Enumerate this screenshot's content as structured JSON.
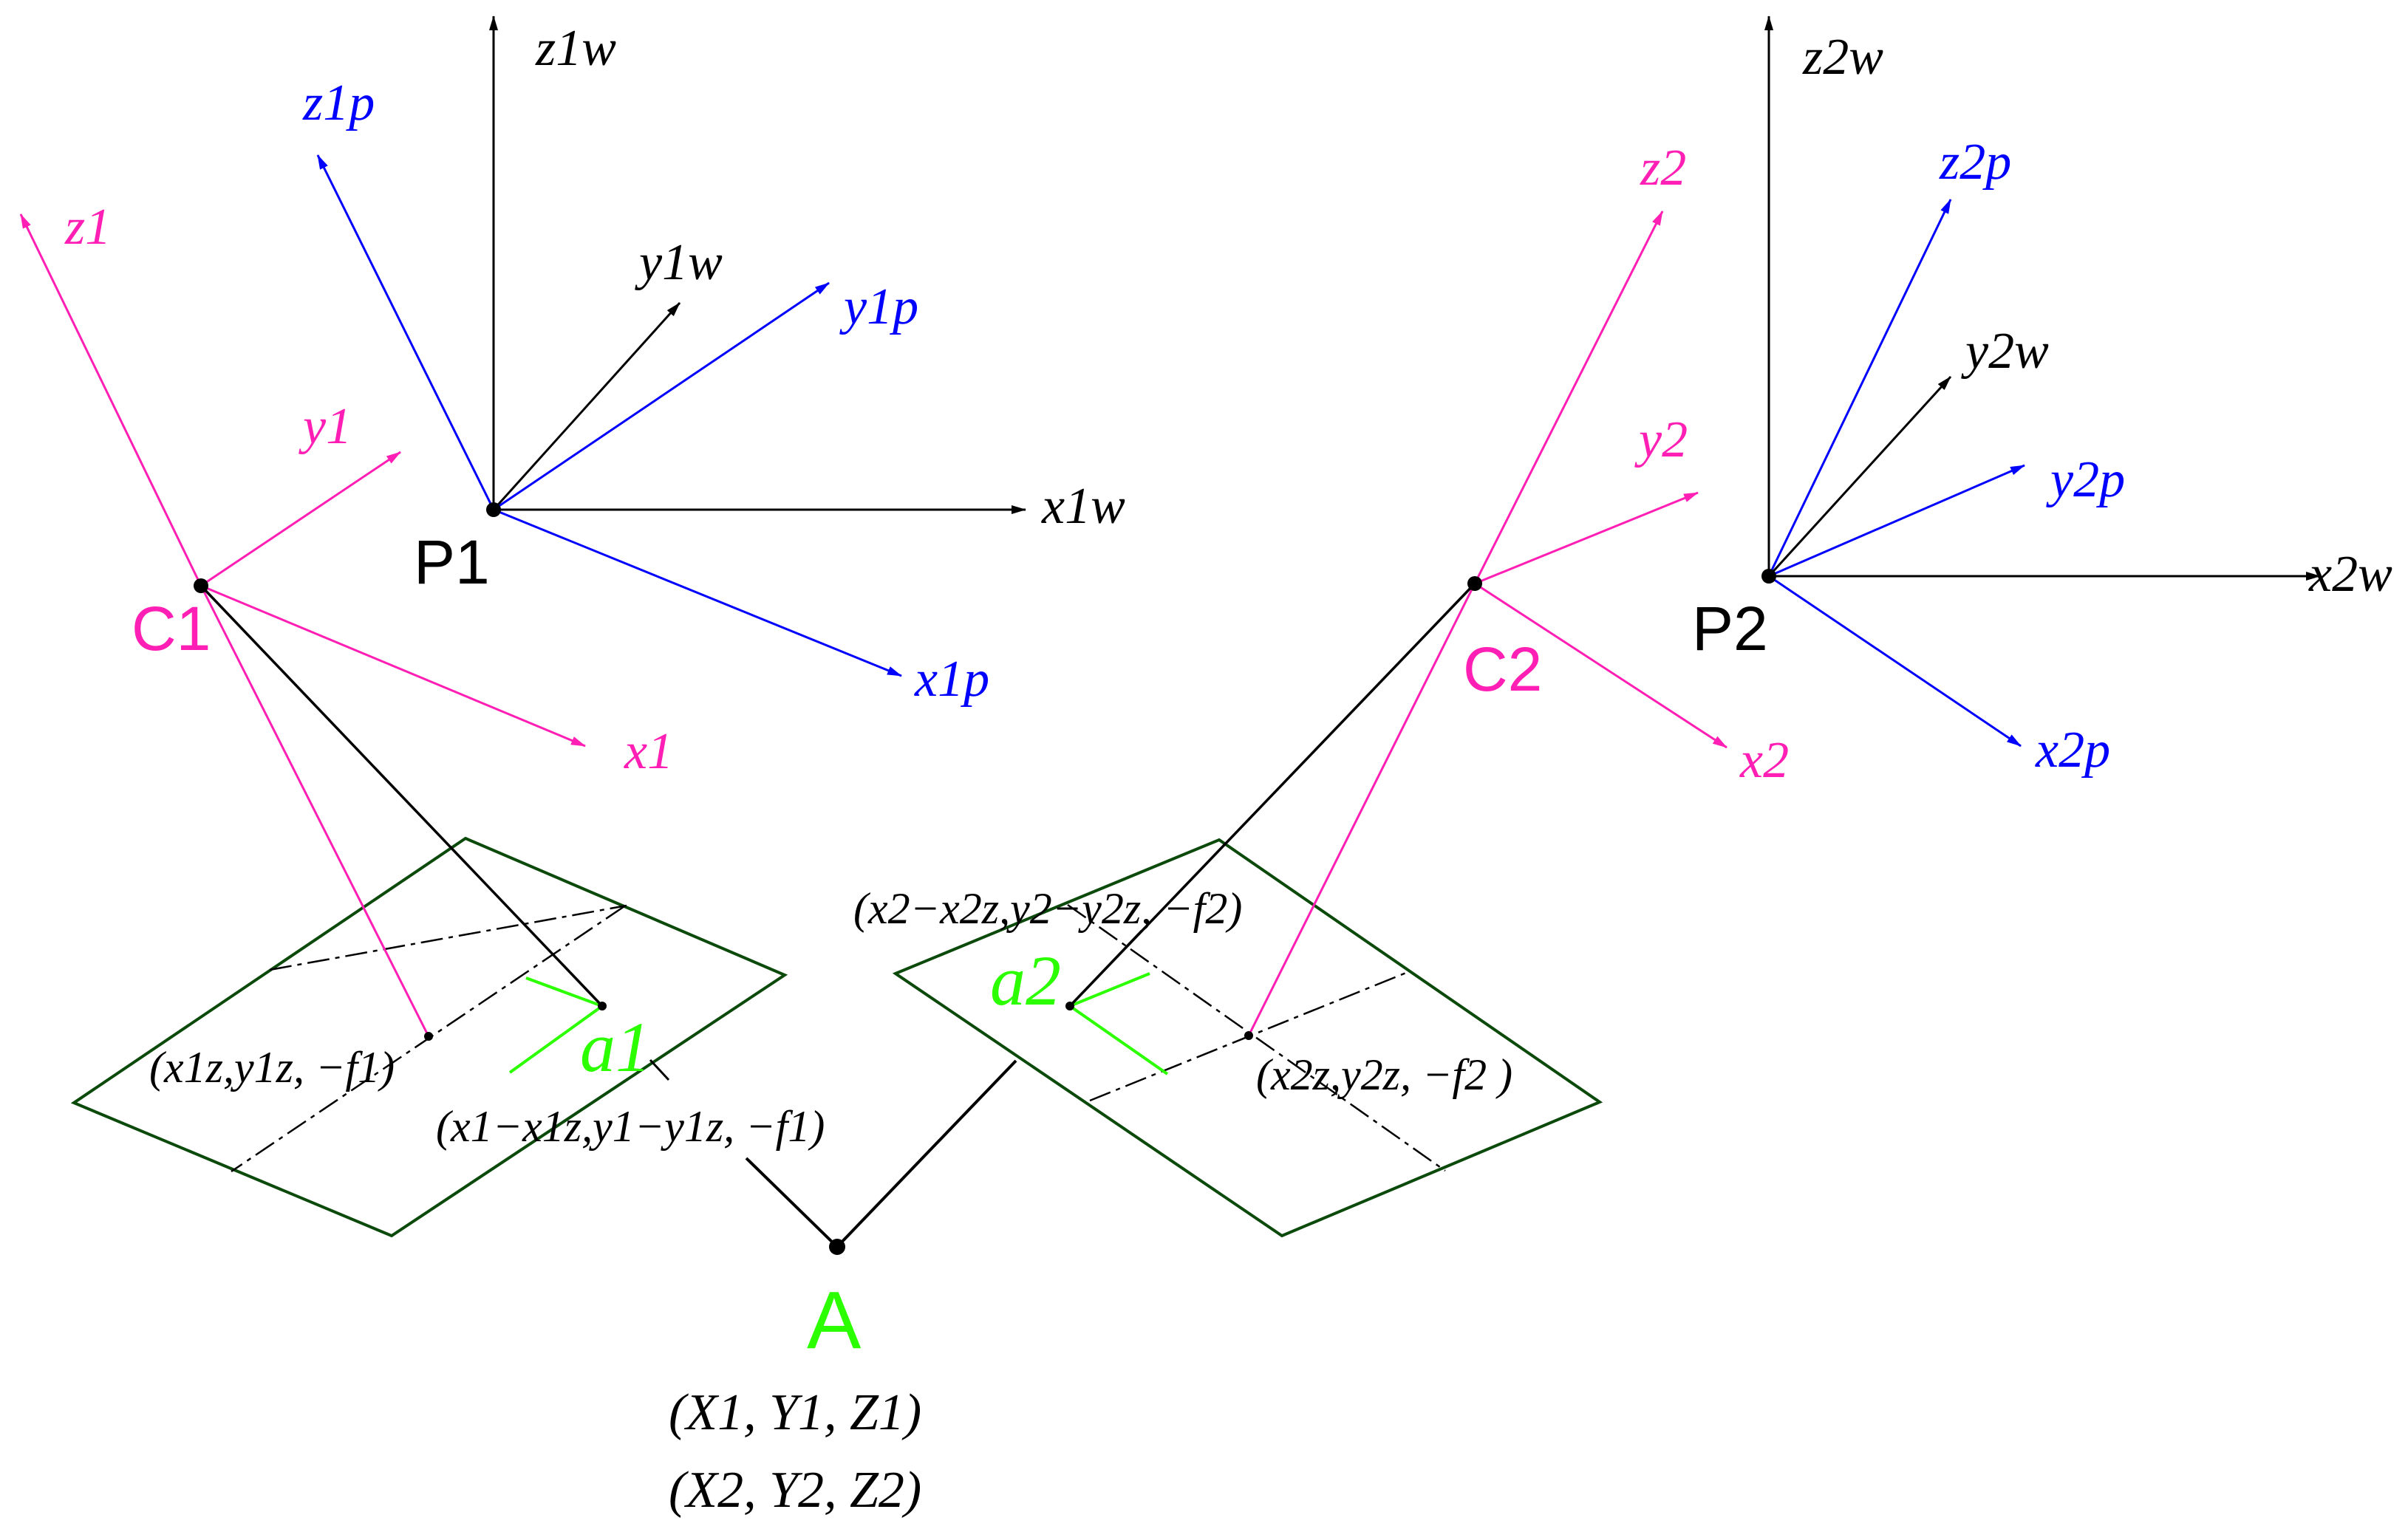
{
  "colors": {
    "black": "#000000",
    "blue": "#0000ff",
    "magenta": "#ff1fb4",
    "green": "#2bff00",
    "plane": "#0b4a0b"
  },
  "labels": {
    "z1w": "z1w",
    "y1w": "y1w",
    "x1w": "x1w",
    "z1p": "z1p",
    "y1p": "y1p",
    "x1p": "x1p",
    "z1": "z1",
    "y1": "y1",
    "x1": "x1",
    "P1": "P1",
    "C1": "C1",
    "z2w": "z2w",
    "y2w": "y2w",
    "x2w": "x2w",
    "z2p": "z2p",
    "y2p": "y2p",
    "x2p": "x2p",
    "z2": "z2",
    "y2": "y2",
    "x2": "x2",
    "P2": "P2",
    "C2": "C2",
    "a1": "a1",
    "a2": "a2",
    "A": "A"
  },
  "annotations": {
    "principal1": "(x1z,y1z, −f1)",
    "image1": "(x1−x1z,y1−y1z, −f1)",
    "image2": "(x2−x2z,y2−y2z, −f2)",
    "principal2": "(x2z,y2z, −f2 )",
    "world1": "(X1, Y1, Z1)",
    "world2": "(X2, Y2, Z2)"
  }
}
